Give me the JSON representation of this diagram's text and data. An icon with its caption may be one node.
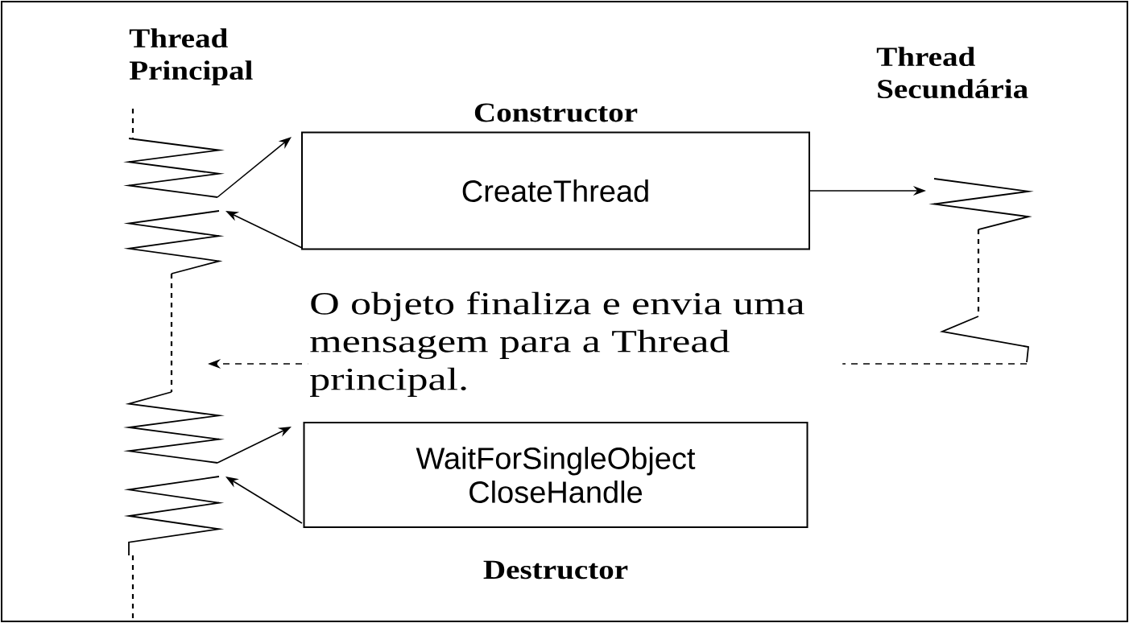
{
  "diagram": {
    "nodes": [
      {
        "text": [
          "Thread Principal"
        ]
      },
      {
        "text": [
          "CreateThread"
        ],
        "beside": [
          "Constructor"
        ]
      },
      {
        "text": [
          "Thread Secundária"
        ]
      },
      {
        "text": [
          "WaitForSingleObject CloseHandle"
        ],
        "beside": [
          "Destructor"
        ]
      }
    ],
    "edges": [
      {
        "from": 0,
        "to": 1,
        "arrow": "to"
      },
      {
        "from": 1,
        "to": 0,
        "arrow": "to"
      },
      {
        "from": 1,
        "to": 2,
        "arrow": "to"
      },
      {
        "from": 2,
        "to": 0,
        "arrow": "to",
        "style": "dashed",
        "label": "O objeto finaliza e envia uma mensagem para a Thread principal."
      },
      {
        "from": 0,
        "to": 3,
        "arrow": "to"
      },
      {
        "from": 3,
        "to": 0,
        "arrow": "to"
      }
    ]
  }
}
